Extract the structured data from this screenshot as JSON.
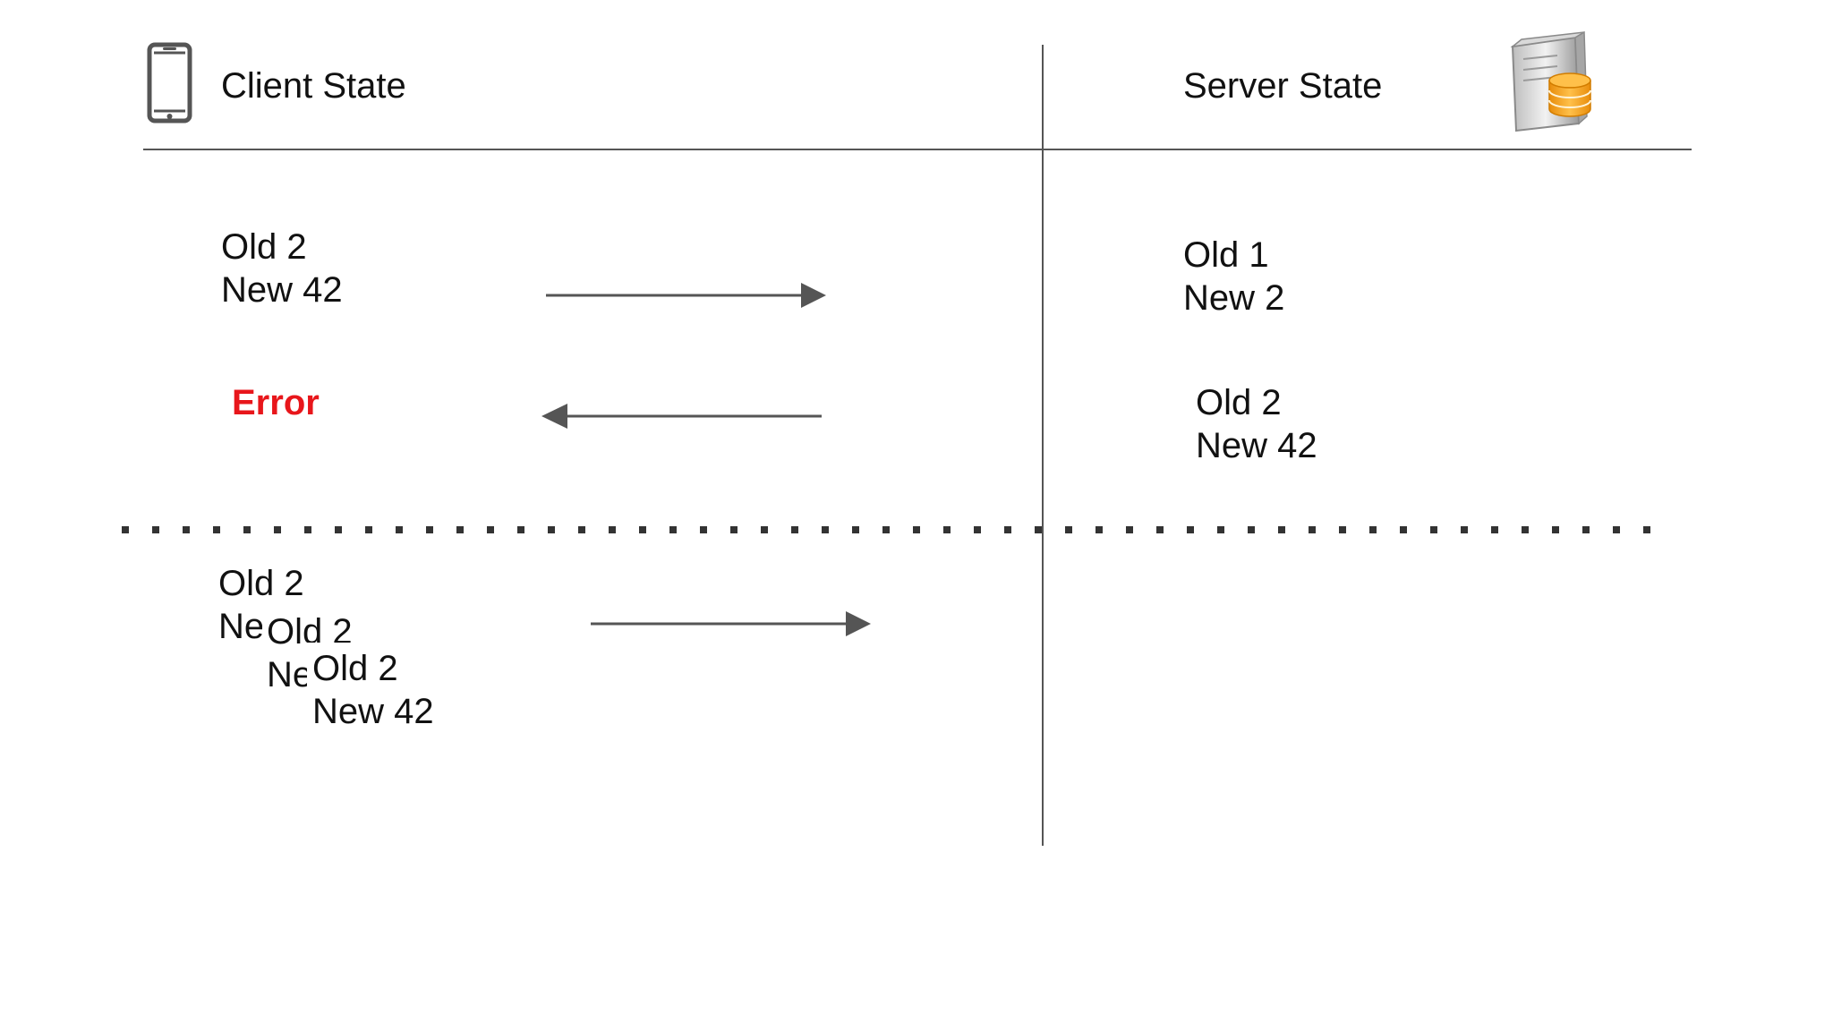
{
  "header": {
    "client_title": "Client State",
    "server_title": "Server State",
    "client_icon": "smartphone-icon",
    "server_icon": "database-server-icon"
  },
  "exchange_1": {
    "client": {
      "old": "Old 2",
      "new": "New 42"
    },
    "server_before": {
      "old": "Old 1",
      "new": "New 2"
    },
    "error_label": "Error",
    "server_after": {
      "old": "Old 2",
      "new": "New 42"
    }
  },
  "exchange_2": {
    "client_stack": [
      {
        "old": "Old 2",
        "new": "New 42"
      },
      {
        "old": "Old 2",
        "new": "New 42"
      },
      {
        "old": "Old 2",
        "new": "New 42"
      }
    ]
  },
  "colors": {
    "line": "#555555",
    "error": "#e8161b",
    "database": "#f5a21c"
  }
}
